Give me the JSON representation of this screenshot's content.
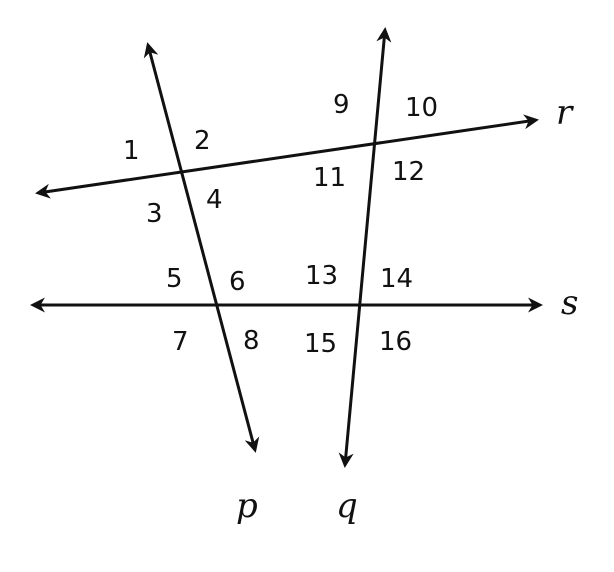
{
  "line_labels": {
    "p": "p",
    "q": "q",
    "r": "r",
    "s": "s"
  },
  "angles": [
    "1",
    "2",
    "3",
    "4",
    "5",
    "6",
    "7",
    "8",
    "9",
    "10",
    "11",
    "12",
    "13",
    "14",
    "15",
    "16"
  ]
}
